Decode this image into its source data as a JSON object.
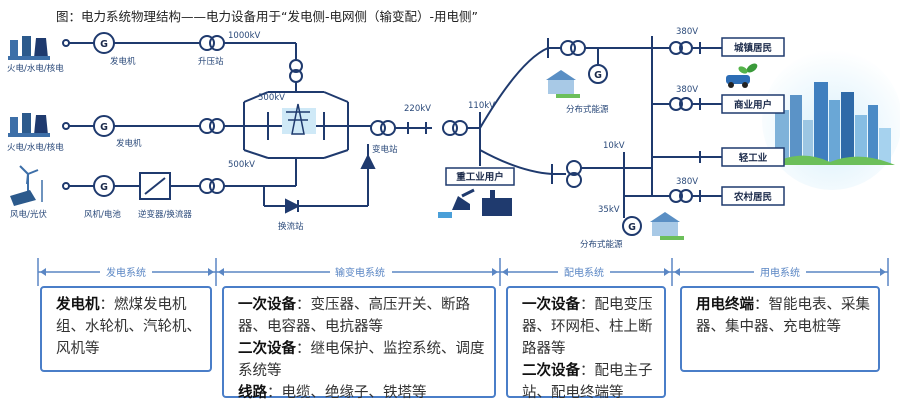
{
  "title": "图：电力系统物理结构——电力设备用于“发电侧-电网侧（输变配）-用电侧”",
  "labels": {
    "gen_source_1": "火电/水电/核电",
    "gen_source_2": "火电/水电/核电",
    "gen_source_3": "风电/光伏",
    "generator_1": "发电机",
    "generator_2": "发电机",
    "generator_3": "风机/电池",
    "inverter": "逆变器/换流器",
    "step_up": "升压站",
    "v_1000": "1000kV",
    "v_500_top": "500kV",
    "v_500_bottom": "500kV",
    "converter_station": "换流站",
    "substation": "变电站",
    "v_220": "220kV",
    "v_110": "110kV",
    "heavy_industry": "重工业用户",
    "distributed_1": "分布式能源",
    "distributed_2": "分布式能源",
    "v_10": "10kV",
    "v_35": "35kV",
    "v_380_1": "380V",
    "v_380_2": "380V",
    "v_380_3": "380V",
    "urban": "城镇居民",
    "commercial": "商业用户",
    "light_industry": "轻工业",
    "rural": "农村居民",
    "gen_symbol": "G"
  },
  "sections": [
    "发电系统",
    "输变电系统",
    "配电系统",
    "用电系统"
  ],
  "boxes": {
    "gen": {
      "head": "发电机",
      "text": "：燃煤发电机组、水轮机、汽轮机、风机等"
    },
    "trans": [
      {
        "head": "一次设备",
        "text": "：变压器、高压开关、断路器、电容器、电抗器等"
      },
      {
        "head": "二次设备",
        "text": "：继电保护、监控系统、调度系统等"
      },
      {
        "head": "线路",
        "text": "：电缆、绝缘子、铁塔等"
      }
    ],
    "dist": [
      {
        "head": "一次设备",
        "text": "：配电变压器、环网柜、柱上断路器等"
      },
      {
        "head": "二次设备",
        "text": "：配电主子站、配电终端等"
      }
    ],
    "use": {
      "head": "用电终端",
      "text": "：智能电表、采集器、集中器、充电桩等"
    }
  },
  "colors": {
    "line": "#1f3a6e",
    "accent": "#4a7ec8",
    "sky": "#bfe3f5"
  }
}
